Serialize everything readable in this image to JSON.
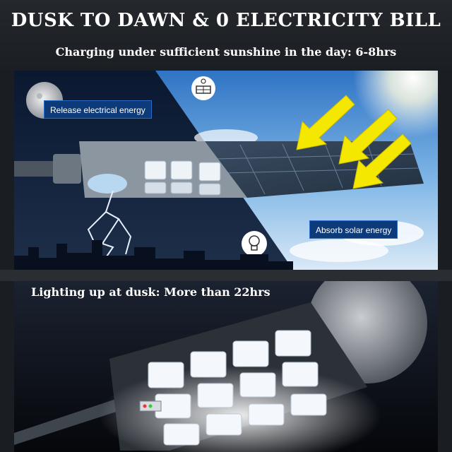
{
  "header": {
    "headline": "DUSK TO DAWN & 0 ELECTRICITY BILL",
    "subline": "Charging under sufficient sunshine in the day: 6-8hrs"
  },
  "top_panel": {
    "release_label": "Release electrical energy",
    "absorb_label": "Absorb solar energy",
    "icons": [
      "moon-icon",
      "solar-panel-icon",
      "sun-icon",
      "bulb-icon",
      "lightning-icon"
    ],
    "colors": {
      "night_sky": "#0b1526",
      "day_sky": "#5b9ad8",
      "arrow": "#f5e800",
      "label_bg": "#0d3b7a"
    }
  },
  "bottom_panel": {
    "title": "Lighting up at dusk: More than 22hrs",
    "icons": [
      "full-moon-icon",
      "led-module-icon"
    ]
  }
}
